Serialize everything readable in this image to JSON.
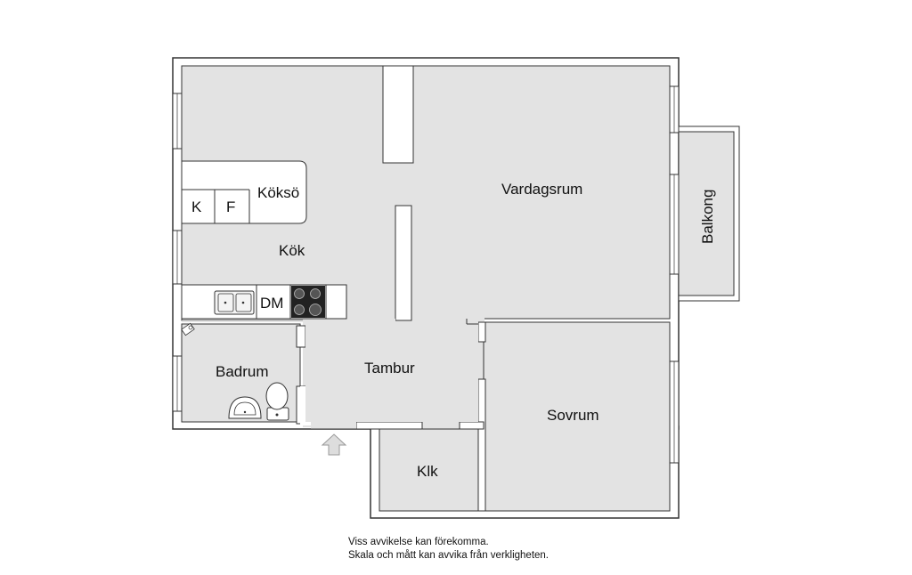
{
  "rooms": {
    "koksö": "Köksö",
    "kok": "Kök",
    "vardagsrum": "Vardagsrum",
    "balkong": "Balkong",
    "badrum": "Badrum",
    "tambur": "Tambur",
    "sovrum": "Sovrum",
    "klk": "Klk"
  },
  "appliances": {
    "fridge_k": "K",
    "freezer_f": "F",
    "dishwasher": "DM"
  },
  "disclaimer": {
    "line1": "Viss avvikelse kan förekomma.",
    "line2": "Skala och mått kan avvika från verkligheten."
  },
  "colors": {
    "floor": "#e3e3e3",
    "wall": "#ffffff",
    "outline": "#333333"
  }
}
